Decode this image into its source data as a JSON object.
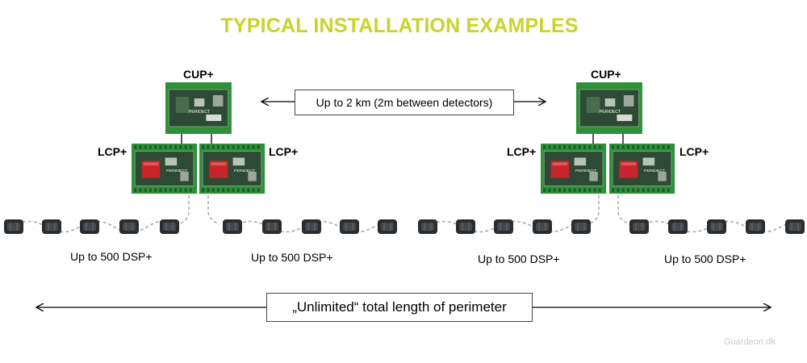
{
  "title": "TYPICAL INSTALLATION EXAMPLES",
  "range_label": "Up to 2 km (2m between detectors)",
  "perimeter_label": "„Unlimited“ total length of perimeter",
  "footer": "Guardeon.dk",
  "installations": [
    {
      "controller": "CUP+",
      "lines": [
        {
          "unit": "LCP+",
          "capacity": "Up to 500 DSP+"
        },
        {
          "unit": "LCP+",
          "capacity": "Up to 500 DSP+"
        }
      ]
    },
    {
      "controller": "CUP+",
      "lines": [
        {
          "unit": "LCP+",
          "capacity": "Up to 500 DSP+"
        },
        {
          "unit": "LCP+",
          "capacity": "Up to 500 DSP+"
        }
      ]
    }
  ],
  "colors": {
    "title": "#c8d42a",
    "board_green": "#2f8f3a",
    "pcb_dark": "#2d4a34",
    "relay_red": "#c8242b",
    "sensor": "#2a2d2f",
    "footer": "#c8c8c8"
  },
  "icons": [
    "cup-board-icon",
    "lcp-board-icon",
    "dsp-sensor-icon",
    "double-arrow-icon"
  ]
}
